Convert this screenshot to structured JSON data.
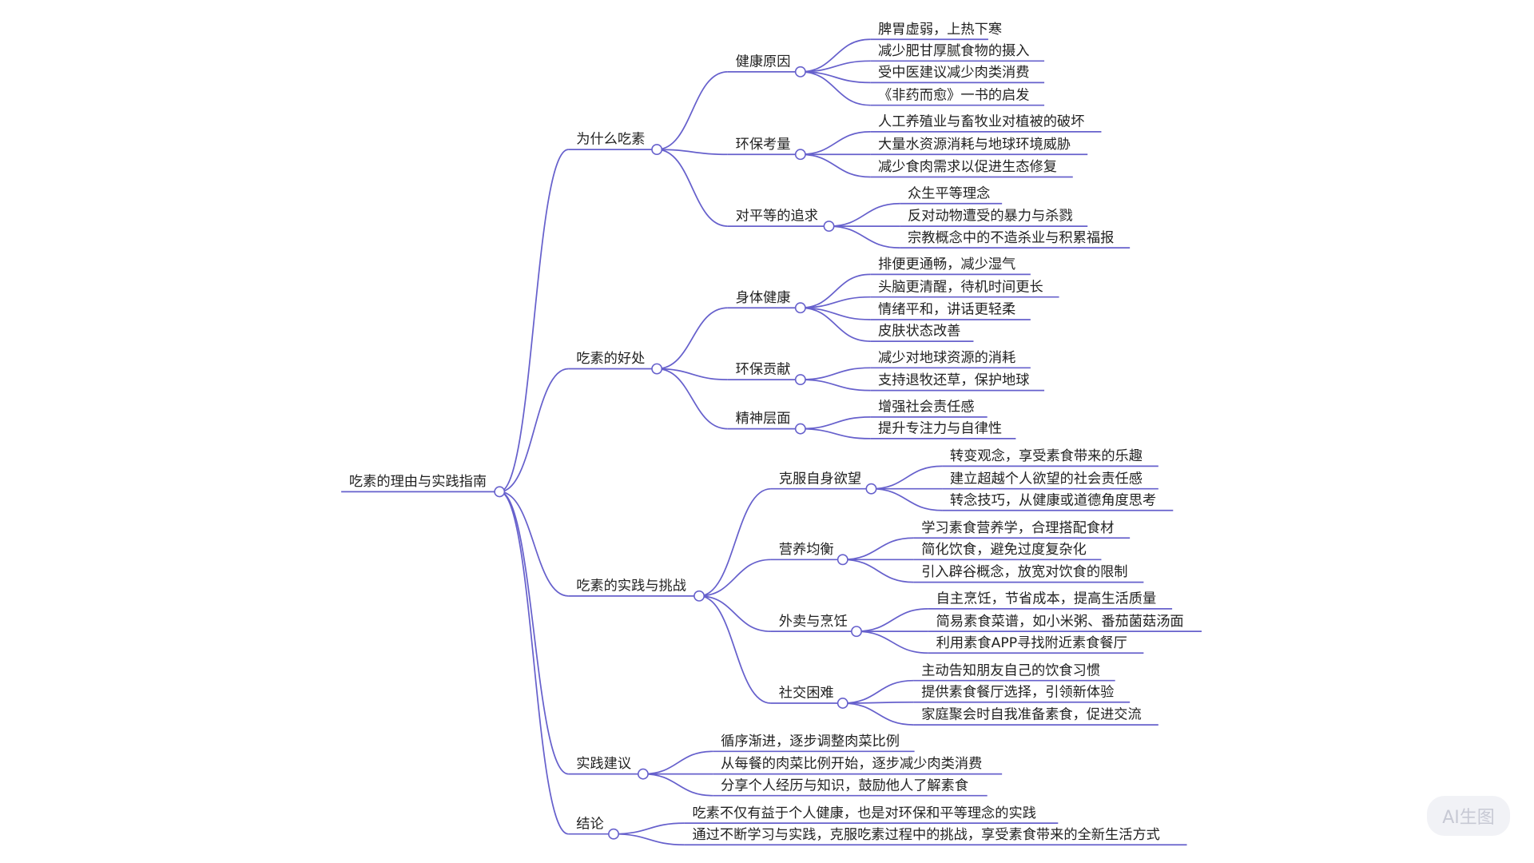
{
  "colors": {
    "line": "#6660cc",
    "text": "#222222"
  },
  "mindmap": {
    "label": "吃素的理由与实践指南",
    "children": [
      {
        "label": "为什么吃素",
        "children": [
          {
            "label": "健康原因",
            "children": [
              {
                "label": "脾胃虚弱，上热下寒"
              },
              {
                "label": "减少肥甘厚腻食物的摄入"
              },
              {
                "label": "受中医建议减少肉类消费"
              },
              {
                "label": "《非药而愈》一书的启发"
              }
            ]
          },
          {
            "label": "环保考量",
            "children": [
              {
                "label": "人工养殖业与畜牧业对植被的破坏"
              },
              {
                "label": "大量水资源消耗与地球环境威胁"
              },
              {
                "label": "减少食肉需求以促进生态修复"
              }
            ]
          },
          {
            "label": "对平等的追求",
            "children": [
              {
                "label": "众生平等理念"
              },
              {
                "label": "反对动物遭受的暴力与杀戮"
              },
              {
                "label": "宗教概念中的不造杀业与积累福报"
              }
            ]
          }
        ]
      },
      {
        "label": "吃素的好处",
        "children": [
          {
            "label": "身体健康",
            "children": [
              {
                "label": "排便更通畅，减少湿气"
              },
              {
                "label": "头脑更清醒，待机时间更长"
              },
              {
                "label": "情绪平和，讲话更轻柔"
              },
              {
                "label": "皮肤状态改善"
              }
            ]
          },
          {
            "label": "环保贡献",
            "children": [
              {
                "label": "减少对地球资源的消耗"
              },
              {
                "label": "支持退牧还草，保护地球"
              }
            ]
          },
          {
            "label": "精神层面",
            "children": [
              {
                "label": "增强社会责任感"
              },
              {
                "label": "提升专注力与自律性"
              }
            ]
          }
        ]
      },
      {
        "label": "吃素的实践与挑战",
        "children": [
          {
            "label": "克服自身欲望",
            "children": [
              {
                "label": "转变观念，享受素食带来的乐趣"
              },
              {
                "label": "建立超越个人欲望的社会责任感"
              },
              {
                "label": "转念技巧，从健康或道德角度思考"
              }
            ]
          },
          {
            "label": "营养均衡",
            "children": [
              {
                "label": "学习素食营养学，合理搭配食材"
              },
              {
                "label": "简化饮食，避免过度复杂化"
              },
              {
                "label": "引入辟谷概念，放宽对饮食的限制"
              }
            ]
          },
          {
            "label": "外卖与烹饪",
            "children": [
              {
                "label": "自主烹饪，节省成本，提高生活质量"
              },
              {
                "label": "简易素食菜谱，如小米粥、番茄菌菇汤面"
              },
              {
                "label": "利用素食APP寻找附近素食餐厅"
              }
            ]
          },
          {
            "label": "社交困难",
            "children": [
              {
                "label": "主动告知朋友自己的饮食习惯"
              },
              {
                "label": "提供素食餐厅选择，引领新体验"
              },
              {
                "label": "家庭聚会时自我准备素食，促进交流"
              }
            ]
          }
        ]
      },
      {
        "label": "实践建议",
        "children": [
          {
            "label": "循序渐进，逐步调整肉菜比例"
          },
          {
            "label": "从每餐的肉菜比例开始，逐步减少肉类消费"
          },
          {
            "label": "分享个人经历与知识，鼓励他人了解素食"
          }
        ]
      },
      {
        "label": "结论",
        "children": [
          {
            "label": "吃素不仅有益于个人健康，也是对环保和平等理念的实践"
          },
          {
            "label": "通过不断学习与实践，克服吃素过程中的挑战，享受素食带来的全新生活方式"
          }
        ]
      }
    ]
  },
  "watermark": "AI生图"
}
